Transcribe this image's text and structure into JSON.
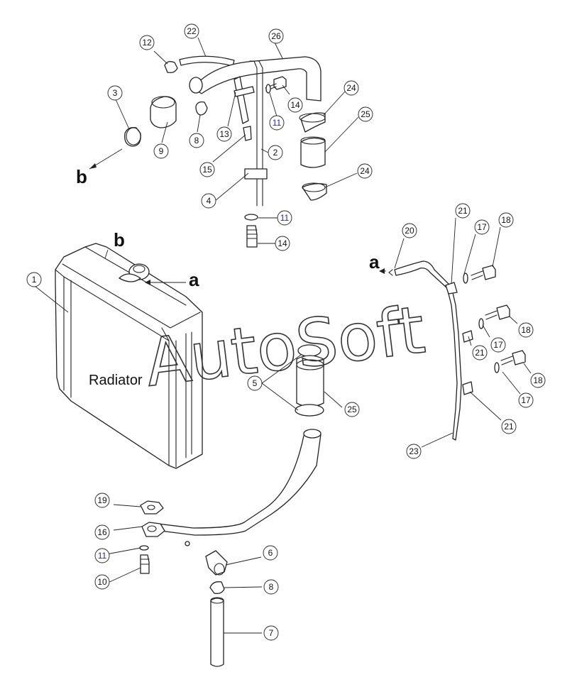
{
  "diagram": {
    "part_label": "Radiator",
    "watermark": "AutoSoft",
    "letters": {
      "a": "a",
      "b": "b"
    },
    "callouts": {
      "c1": "1",
      "c2": "2",
      "c3": "3",
      "c4": "4",
      "c5": "5",
      "c6": "6",
      "c7": "7",
      "c8a": "8",
      "c8b": "8",
      "c9": "9",
      "c10": "10",
      "c11a": "11",
      "c11b": "11",
      "c11c": "11",
      "c12": "12",
      "c13": "13",
      "c14a": "14",
      "c14b": "14",
      "c15": "15",
      "c16": "16",
      "c17a": "17",
      "c17b": "17",
      "c17c": "17",
      "c18a": "18",
      "c18b": "18",
      "c18c": "18",
      "c19": "19",
      "c20": "20",
      "c21a": "21",
      "c21b": "21",
      "c21c": "21",
      "c22": "22",
      "c23": "23",
      "c24a": "24",
      "c24b": "24",
      "c25a": "25",
      "c25b": "25",
      "c26": "26"
    }
  }
}
